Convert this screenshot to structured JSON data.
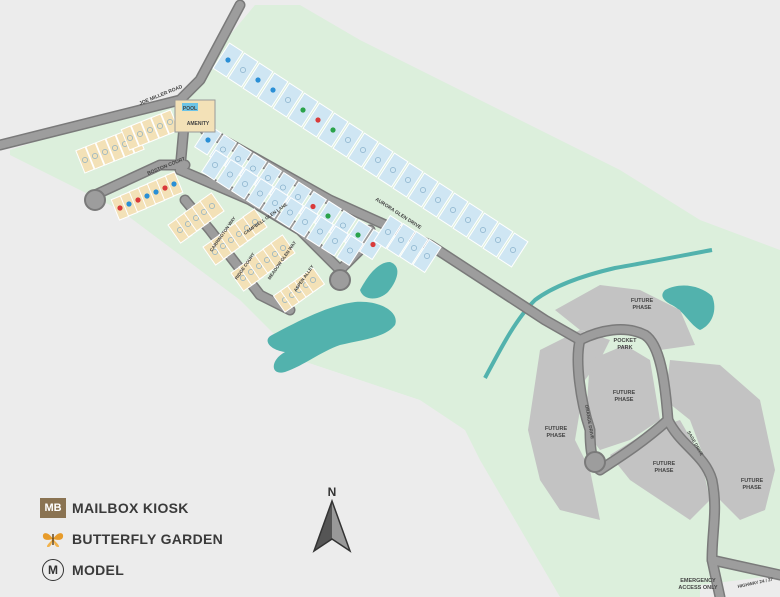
{
  "street_labels": {
    "main_west": "JOE MILLER ROAD",
    "inner_loop": "BOSTON COURT",
    "main_diagonal": "AURORA GLEN DRIVE",
    "lane1": "CARRINGTON WAY",
    "lane2": "CAMPBELL GLEN LANE",
    "lane3": "MEADOW GLEN WAY",
    "lane4": "RIDGE COURT",
    "lane5": "ASPEN ALLEY",
    "loop_west": "ORANGE DRIVE",
    "loop_east": "SAGE DRIVE",
    "highway": "HIGHWAY 24 / 27"
  },
  "pool_label": "POOL",
  "amenity_label": "AMENITY",
  "future_phase_label": [
    "FUTURE",
    "PHASE"
  ],
  "pocket_park_label": [
    "POCKET",
    "PARK"
  ],
  "emergency_label": [
    "EMERGENCY",
    "ACCESS ONLY"
  ],
  "legend": {
    "mailbox_badge": "MB",
    "mailbox_label": "MAILBOX KIOSK",
    "butterfly_label": "BUTTERFLY GARDEN",
    "model_badge": "M",
    "model_label": "MODEL"
  },
  "compass": {
    "label": "N"
  },
  "colors": {
    "background": "#ececec",
    "greenspace": "#dcefdc",
    "road": "#9d9d9d",
    "road_edge": "#7a7a7a",
    "lot_blue": "#cfe6f3",
    "lot_tan": "#f3e1b7",
    "pond": "#52b2ad",
    "future_phase": "#c3c3c3",
    "dot_blue": "#2a8fd6",
    "dot_green": "#2aa34a",
    "dot_red": "#d93a3a",
    "mailbox": "#8a7352",
    "butterfly": "#e79b2a"
  }
}
